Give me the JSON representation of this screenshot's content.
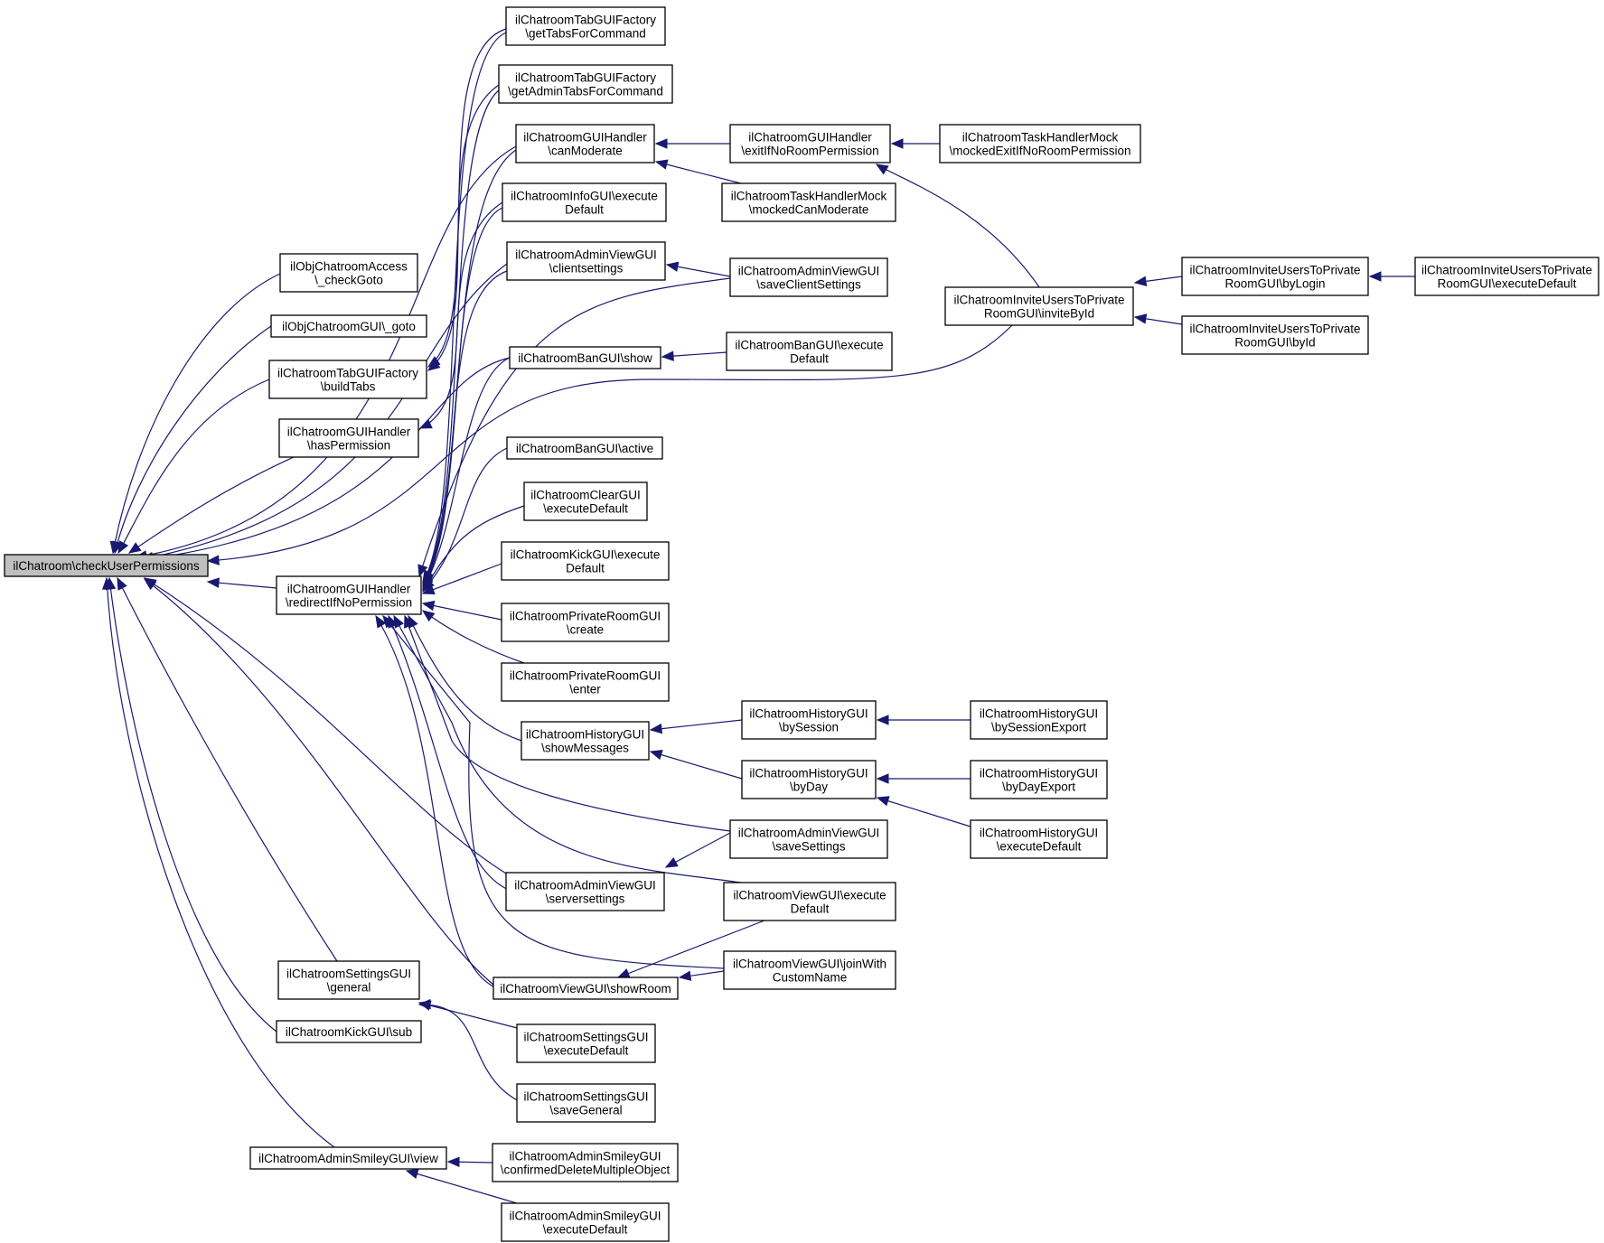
{
  "graph": {
    "colors": {
      "edge": "#191970",
      "root_fill": "#bfbfbf",
      "node_fill": "#ffffff",
      "node_stroke": "#000000"
    },
    "nodes": [
      {
        "id": "n0",
        "lines": [
          "ilChatroom\\checkUserPermissions"
        ],
        "root": true
      },
      {
        "id": "n1",
        "lines": [
          "ilObjChatroomAccess",
          "\\_checkGoto"
        ]
      },
      {
        "id": "n2",
        "lines": [
          "ilObjChatroomGUI\\_goto"
        ]
      },
      {
        "id": "n3",
        "lines": [
          "ilChatroomTabGUIFactory",
          "\\buildTabs"
        ]
      },
      {
        "id": "n4",
        "lines": [
          "ilChatroomGUIHandler",
          "\\hasPermission"
        ]
      },
      {
        "id": "n5",
        "lines": [
          "ilChatroomGUIHandler",
          "\\redirectIfNoPermission"
        ]
      },
      {
        "id": "n6",
        "lines": [
          "ilChatroomSettingsGUI",
          "\\general"
        ]
      },
      {
        "id": "n7",
        "lines": [
          "ilChatroomKickGUI\\sub"
        ]
      },
      {
        "id": "n8",
        "lines": [
          "ilChatroomAdminSmileyGUI\\view"
        ]
      },
      {
        "id": "n9",
        "lines": [
          "ilChatroomTabGUIFactory",
          "\\getTabsForCommand"
        ]
      },
      {
        "id": "n10",
        "lines": [
          "ilChatroomTabGUIFactory",
          "\\getAdminTabsForCommand"
        ]
      },
      {
        "id": "n11",
        "lines": [
          "ilChatroomGUIHandler",
          "\\canModerate"
        ]
      },
      {
        "id": "n12",
        "lines": [
          "ilChatroomInfoGUI\\execute",
          "Default"
        ]
      },
      {
        "id": "n13",
        "lines": [
          "ilChatroomAdminViewGUI",
          "\\clientsettings"
        ]
      },
      {
        "id": "n14",
        "lines": [
          "ilChatroomBanGUI\\show"
        ]
      },
      {
        "id": "n15",
        "lines": [
          "ilChatroomBanGUI\\active"
        ]
      },
      {
        "id": "n16",
        "lines": [
          "ilChatroomClearGUI",
          "\\executeDefault"
        ]
      },
      {
        "id": "n17",
        "lines": [
          "ilChatroomKickGUI\\execute",
          "Default"
        ]
      },
      {
        "id": "n18",
        "lines": [
          "ilChatroomPrivateRoomGUI",
          "\\create"
        ]
      },
      {
        "id": "n19",
        "lines": [
          "ilChatroomPrivateRoomGUI",
          "\\enter"
        ]
      },
      {
        "id": "n20",
        "lines": [
          "ilChatroomHistoryGUI",
          "\\showMessages"
        ]
      },
      {
        "id": "n21",
        "lines": [
          "ilChatroomAdminViewGUI",
          "\\serversettings"
        ]
      },
      {
        "id": "n22",
        "lines": [
          "ilChatroomViewGUI\\showRoom"
        ]
      },
      {
        "id": "n23",
        "lines": [
          "ilChatroomSettingsGUI",
          "\\executeDefault"
        ]
      },
      {
        "id": "n24",
        "lines": [
          "ilChatroomSettingsGUI",
          "\\saveGeneral"
        ]
      },
      {
        "id": "n25",
        "lines": [
          "ilChatroomAdminSmileyGUI",
          "\\confirmedDeleteMultipleObject"
        ]
      },
      {
        "id": "n26",
        "lines": [
          "ilChatroomAdminSmileyGUI",
          "\\executeDefault"
        ]
      },
      {
        "id": "n27",
        "lines": [
          "ilChatroomGUIHandler",
          "\\exitIfNoRoomPermission"
        ]
      },
      {
        "id": "n28",
        "lines": [
          "ilChatroomTaskHandlerMock",
          "\\mockedCanModerate"
        ]
      },
      {
        "id": "n29",
        "lines": [
          "ilChatroomAdminViewGUI",
          "\\saveClientSettings"
        ]
      },
      {
        "id": "n30",
        "lines": [
          "ilChatroomBanGUI\\execute",
          "Default"
        ]
      },
      {
        "id": "n31",
        "lines": [
          "ilChatroomHistoryGUI",
          "\\bySession"
        ]
      },
      {
        "id": "n32",
        "lines": [
          "ilChatroomHistoryGUI",
          "\\byDay"
        ]
      },
      {
        "id": "n33",
        "lines": [
          "ilChatroomAdminViewGUI",
          "\\saveSettings"
        ]
      },
      {
        "id": "n34",
        "lines": [
          "ilChatroomViewGUI\\execute",
          "Default"
        ]
      },
      {
        "id": "n35",
        "lines": [
          "ilChatroomViewGUI\\joinWith",
          "CustomName"
        ]
      },
      {
        "id": "n36",
        "lines": [
          "ilChatroomTaskHandlerMock",
          "\\mockedExitIfNoRoomPermission"
        ]
      },
      {
        "id": "n37",
        "lines": [
          "ilChatroomInviteUsersToPrivate",
          "RoomGUI\\inviteById"
        ]
      },
      {
        "id": "n38",
        "lines": [
          "ilChatroomHistoryGUI",
          "\\bySessionExport"
        ]
      },
      {
        "id": "n39",
        "lines": [
          "ilChatroomHistoryGUI",
          "\\byDayExport"
        ]
      },
      {
        "id": "n40",
        "lines": [
          "ilChatroomHistoryGUI",
          "\\executeDefault"
        ]
      },
      {
        "id": "n41",
        "lines": [
          "ilChatroomInviteUsersToPrivate",
          "RoomGUI\\byLogin"
        ]
      },
      {
        "id": "n42",
        "lines": [
          "ilChatroomInviteUsersToPrivate",
          "RoomGUI\\byId"
        ]
      },
      {
        "id": "n43",
        "lines": [
          "ilChatroomInviteUsersToPrivate",
          "RoomGUI\\executeDefault"
        ]
      }
    ],
    "edges": [
      [
        "n1",
        "n0"
      ],
      [
        "n2",
        "n0"
      ],
      [
        "n3",
        "n0"
      ],
      [
        "n4",
        "n0"
      ],
      [
        "n5",
        "n0"
      ],
      [
        "n6",
        "n0"
      ],
      [
        "n7",
        "n0"
      ],
      [
        "n8",
        "n0"
      ],
      [
        "n11",
        "n0"
      ],
      [
        "n13",
        "n0"
      ],
      [
        "n14",
        "n0"
      ],
      [
        "n37",
        "n0"
      ],
      [
        "n21",
        "n0"
      ],
      [
        "n22",
        "n0"
      ],
      [
        "n9",
        "n3"
      ],
      [
        "n10",
        "n3"
      ],
      [
        "n12",
        "n4"
      ],
      [
        "n9",
        "n5"
      ],
      [
        "n10",
        "n5"
      ],
      [
        "n11",
        "n5"
      ],
      [
        "n12",
        "n5"
      ],
      [
        "n13",
        "n5"
      ],
      [
        "n14",
        "n5"
      ],
      [
        "n15",
        "n5"
      ],
      [
        "n16",
        "n5"
      ],
      [
        "n17",
        "n5"
      ],
      [
        "n18",
        "n5"
      ],
      [
        "n19",
        "n5"
      ],
      [
        "n20",
        "n5"
      ],
      [
        "n21",
        "n5"
      ],
      [
        "n22",
        "n5"
      ],
      [
        "n29",
        "n5"
      ],
      [
        "n33",
        "n5"
      ],
      [
        "n34",
        "n5"
      ],
      [
        "n35",
        "n5"
      ],
      [
        "n23",
        "n6"
      ],
      [
        "n24",
        "n6"
      ],
      [
        "n25",
        "n8"
      ],
      [
        "n26",
        "n8"
      ],
      [
        "n27",
        "n11"
      ],
      [
        "n28",
        "n11"
      ],
      [
        "n29",
        "n13"
      ],
      [
        "n30",
        "n14"
      ],
      [
        "n31",
        "n20"
      ],
      [
        "n32",
        "n20"
      ],
      [
        "n33",
        "n21"
      ],
      [
        "n34",
        "n22"
      ],
      [
        "n35",
        "n22"
      ],
      [
        "n36",
        "n27"
      ],
      [
        "n37",
        "n27"
      ],
      [
        "n38",
        "n31"
      ],
      [
        "n39",
        "n32"
      ],
      [
        "n40",
        "n32"
      ],
      [
        "n41",
        "n37"
      ],
      [
        "n42",
        "n37"
      ],
      [
        "n43",
        "n41"
      ]
    ]
  }
}
